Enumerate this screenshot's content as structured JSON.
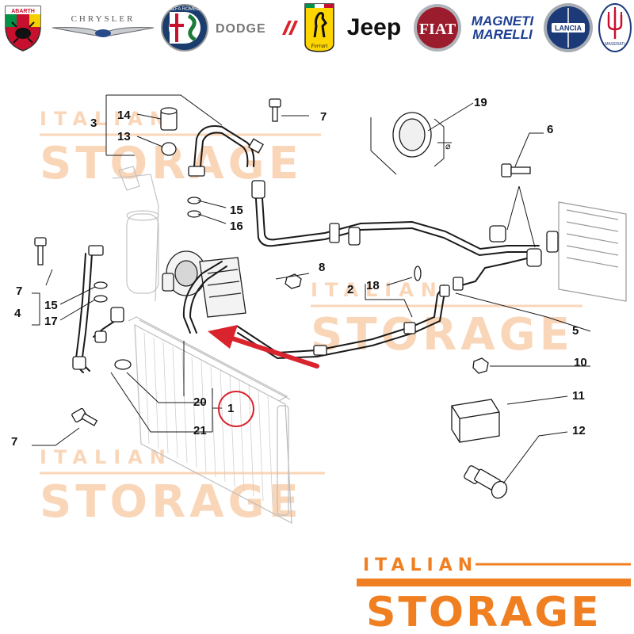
{
  "brands": [
    {
      "id": "abarth",
      "label": "ABARTH"
    },
    {
      "id": "chrysler",
      "label": "CHRYSLER"
    },
    {
      "id": "alfa-romeo",
      "label": "ALFA ROMEO"
    },
    {
      "id": "dodge",
      "label": "DODGE"
    },
    {
      "id": "ferrari",
      "label": "Ferrari"
    },
    {
      "id": "jeep",
      "label": "Jeep"
    },
    {
      "id": "fiat",
      "label": "FIAT"
    },
    {
      "id": "magneti-marelli",
      "label_line1": "MAGNETI",
      "label_line2": "MARELLI"
    },
    {
      "id": "lancia",
      "label": "LANCIA"
    },
    {
      "id": "maserati",
      "label": "MASERATI"
    }
  ],
  "watermark": {
    "line1": "ITALIAN",
    "line2": "STORAGE",
    "color": "#f4a566"
  },
  "footer_logo": {
    "line1": "ITALIAN",
    "line2": "STORAGE",
    "color": "#f07f22"
  },
  "callouts": {
    "c1": "1",
    "c2": "2",
    "c3": "3",
    "c4": "4",
    "c5": "5",
    "c6": "6",
    "c7a": "7",
    "c7b": "7",
    "c7c": "7",
    "c8": "8",
    "c10": "10",
    "c11": "11",
    "c12": "12",
    "c13": "13",
    "c14": "14",
    "c15a": "15",
    "c15b": "15",
    "c16": "16",
    "c17": "17",
    "c18": "18",
    "c19": "19",
    "c20": "20",
    "c21": "21"
  },
  "highlight": {
    "part": "1",
    "color": "#d9232d"
  }
}
